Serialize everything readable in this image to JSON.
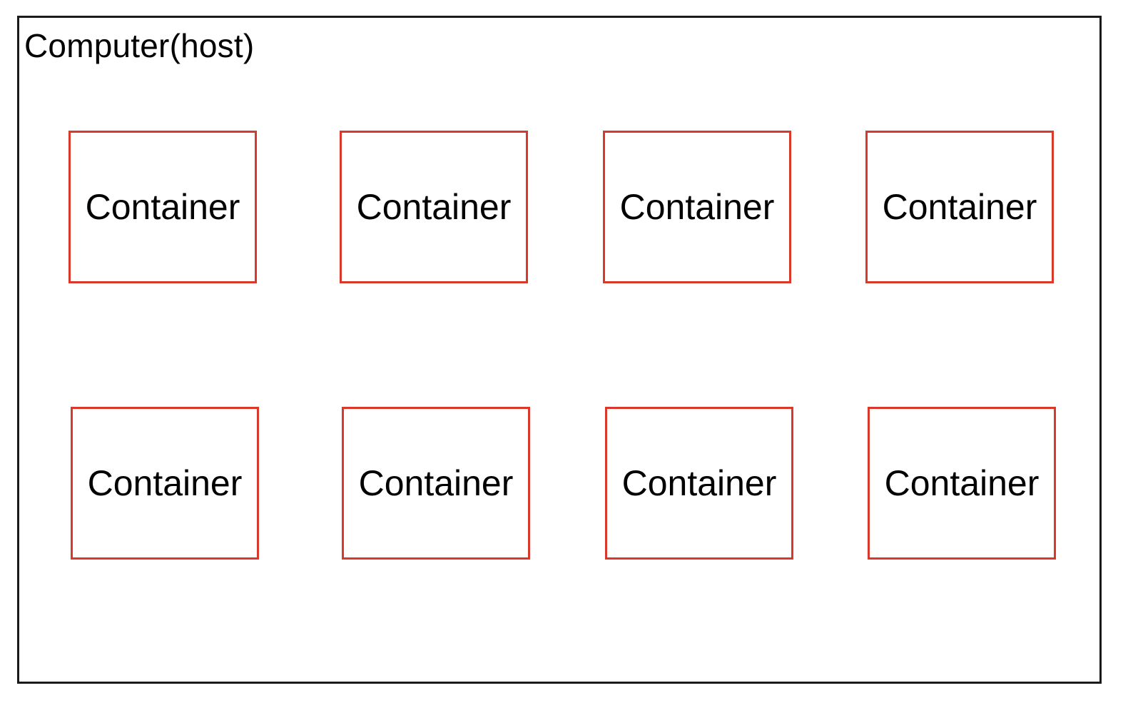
{
  "host": {
    "label": "Computer(host)",
    "border_color": "#1a1a1a"
  },
  "containers": [
    {
      "label": "Container"
    },
    {
      "label": "Container"
    },
    {
      "label": "Container"
    },
    {
      "label": "Container"
    },
    {
      "label": "Container"
    },
    {
      "label": "Container"
    },
    {
      "label": "Container"
    },
    {
      "label": "Container"
    }
  ],
  "colors": {
    "container_border": "#d9382b",
    "text": "#000000",
    "background": "#ffffff"
  }
}
